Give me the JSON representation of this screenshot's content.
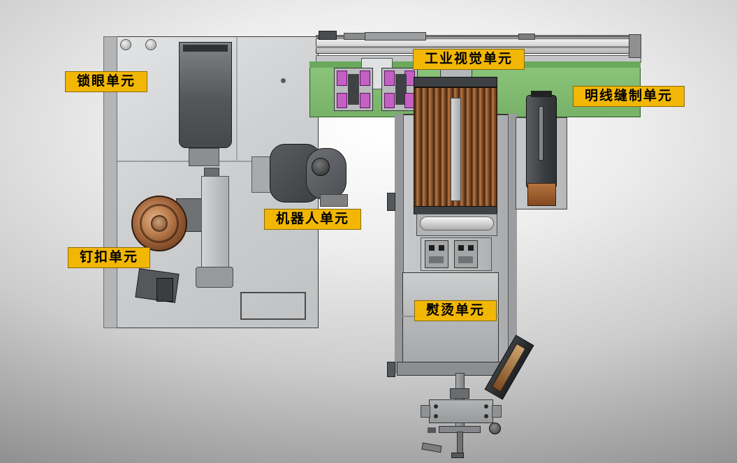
{
  "labels": {
    "buttonhole": "锁眼单元",
    "vision": "工业视觉单元",
    "topstitch": "明线缝制单元",
    "robot": "机器人单元",
    "button_attach": "钉扣单元",
    "ironing": "熨烫单元"
  },
  "colors": {
    "label_bg": "#f2b705",
    "label_border": "#8a6a00",
    "label_text": "#000000",
    "deck_green": "#8cc57c",
    "copper": "#b5743f",
    "machine_gray": "#c9cbcc"
  }
}
